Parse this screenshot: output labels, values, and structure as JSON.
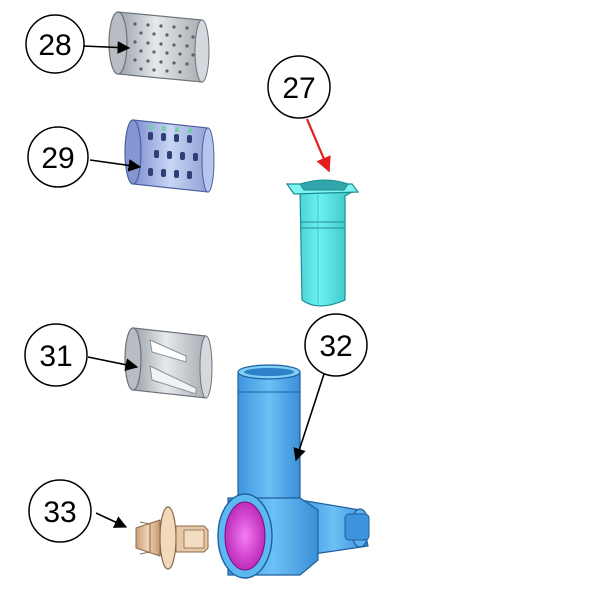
{
  "callouts": [
    {
      "id": "28",
      "label": "28"
    },
    {
      "id": "29",
      "label": "29"
    },
    {
      "id": "27",
      "label": "27"
    },
    {
      "id": "31",
      "label": "31"
    },
    {
      "id": "32",
      "label": "32"
    },
    {
      "id": "33",
      "label": "33"
    }
  ],
  "colors": {
    "background": "#ffffff",
    "callout_stroke": "#000000",
    "arrow_black": "#000000",
    "arrow_red": "#e31e1e",
    "drum_gray": "#c8cdd3",
    "drum_blue": "#aabbe0",
    "tube_cyan": "#4fe0e0",
    "housing_blue": "#4aa7ec",
    "housing_outlet_magenta": "#e040e0",
    "shaft_tan": "#e0c0a0"
  }
}
